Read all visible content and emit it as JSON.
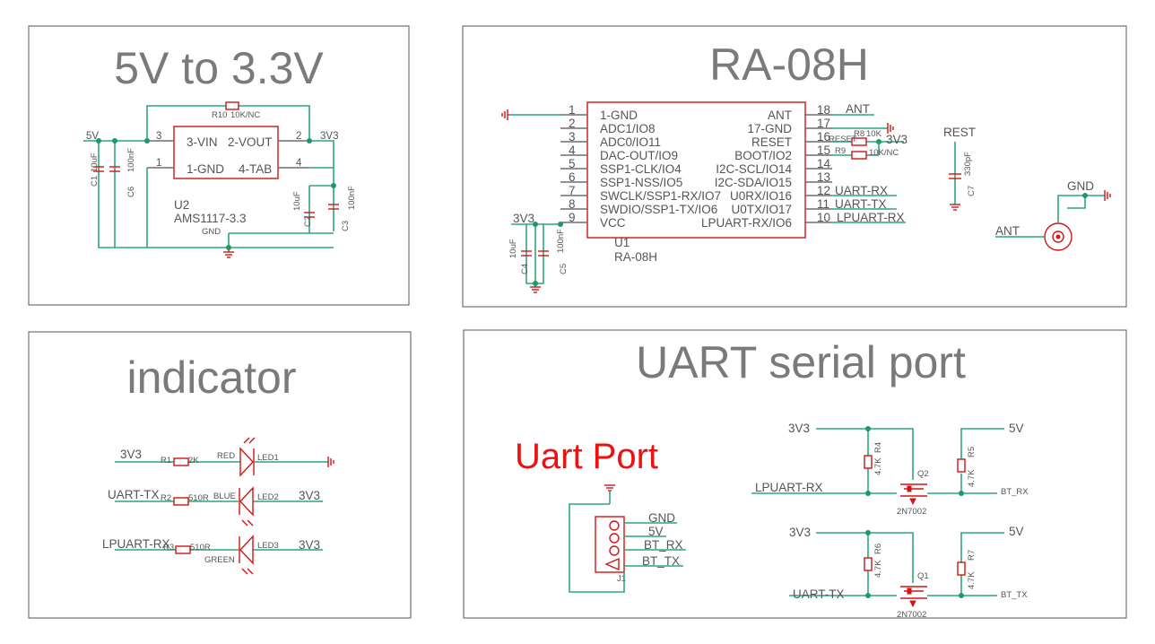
{
  "panels": {
    "regulator": {
      "title": "5V to 3.3V",
      "net_5v": "5V",
      "net_3v3": "3V3",
      "ic_ref": "U2",
      "ic_value": "AMS1117-3.3",
      "ic_pin_in": "3-VIN",
      "ic_pin_out": "2-VOUT",
      "ic_pin_gnd": "1-GND",
      "ic_pin_tab": "4-TAB",
      "pin_3": "3",
      "pin_2": "2",
      "pin_1": "1",
      "pin_4": "4",
      "gnd_label": "GND",
      "r10_ref": "R10",
      "r10_value": "10K/NC",
      "c1_ref": "C1",
      "c1_value": "10uF",
      "c6_ref": "C6",
      "c6_value": "100nF",
      "c2_ref": "C2",
      "c2_value": "10uF",
      "c3_ref": "C3",
      "c3_value": "100nF"
    },
    "module": {
      "title": "RA-08H",
      "ref": "U1",
      "value": "RA-08H",
      "left_pins": [
        {
          "num": "1",
          "name": "1-GND"
        },
        {
          "num": "2",
          "name": "ADC1/IO8"
        },
        {
          "num": "3",
          "name": "ADC0/IO11"
        },
        {
          "num": "4",
          "name": "DAC-OUT/IO9"
        },
        {
          "num": "5",
          "name": "SSP1-CLK/IO4"
        },
        {
          "num": "6",
          "name": "SSP1-NSS/IO5"
        },
        {
          "num": "7",
          "name": "SWCLK/SSP1-RX/IO7"
        },
        {
          "num": "8",
          "name": "SWDIO/SSP1-TX/IO6"
        },
        {
          "num": "9",
          "name": "VCC"
        }
      ],
      "right_pins": [
        {
          "num": "18",
          "name": "ANT"
        },
        {
          "num": "17",
          "name": "17-GND"
        },
        {
          "num": "16",
          "name": "RESET"
        },
        {
          "num": "15",
          "name": "BOOT/IO2"
        },
        {
          "num": "14",
          "name": "I2C-SCL/IO14"
        },
        {
          "num": "13",
          "name": "I2C-SDA/IO15"
        },
        {
          "num": "12",
          "name": "U0RX/IO16"
        },
        {
          "num": "11",
          "name": "U0TX/IO17"
        },
        {
          "num": "10",
          "name": "LPUART-RX/IO6"
        }
      ],
      "net_ant": "ANT",
      "net_reset": "RESET",
      "r8_ref": "R8",
      "r8_value": "10K",
      "r9_ref": "R9",
      "r9_value": "10K/NC",
      "net_3v3": "3V3",
      "net_uart_rx": "UART-RX",
      "net_uart_tx": "UART-TX",
      "net_lpuart_rx": "LPUART-RX",
      "vcc_net": "3V3",
      "c4_ref": "C4",
      "c4_value": "10uF",
      "c5_ref": "C5",
      "c5_value": "100nF",
      "rest_label": "REST",
      "c7_ref": "C7",
      "c7_value": "330pF",
      "gnd_label": "GND",
      "ant_label": "ANT"
    },
    "indicator": {
      "title": "indicator",
      "row1_net": "3V3",
      "r1_ref": "R1",
      "r1_value": "2K",
      "led1_color": "RED",
      "led1_ref": "LED1",
      "row2_net": "UART-TX",
      "r2_ref": "R2",
      "r2_value": "510R",
      "led2_color": "BLUE",
      "led2_ref": "LED2",
      "row2_right": "3V3",
      "row3_net": "LPUART-RX",
      "r3_ref": "R3",
      "r3_value": "510R",
      "led3_color": "GREEN",
      "led3_ref": "LED3",
      "row3_right": "3V3"
    },
    "uart": {
      "title": "UART serial port",
      "port_title": "Uart Port",
      "connector_ref": "J1",
      "pins": [
        "GND",
        "5V",
        "BT_RX",
        "BT_TX"
      ],
      "top": {
        "net_3v3": "3V3",
        "net_5v": "5V",
        "r_left_ref": "R4",
        "r_left_value": "4.7K",
        "r_right_ref": "R5",
        "r_right_value": "4.7K",
        "q_ref": "Q2",
        "q_value": "2N7002",
        "left_net": "LPUART-RX",
        "right_net": "BT_RX"
      },
      "bottom": {
        "net_3v3": "3V3",
        "net_5v": "5V",
        "r_left_ref": "R6",
        "r_left_value": "4.7K",
        "r_right_ref": "R7",
        "r_right_value": "4.7K",
        "q_ref": "Q1",
        "q_value": "2N7002",
        "left_net": "UART-TX",
        "right_net": "BT_TX"
      }
    }
  },
  "colors": {
    "wire": "#2ca67a",
    "component": "#d41414",
    "text": "#555555",
    "title": "#7a7a7a",
    "port_title": "#ee1111"
  }
}
